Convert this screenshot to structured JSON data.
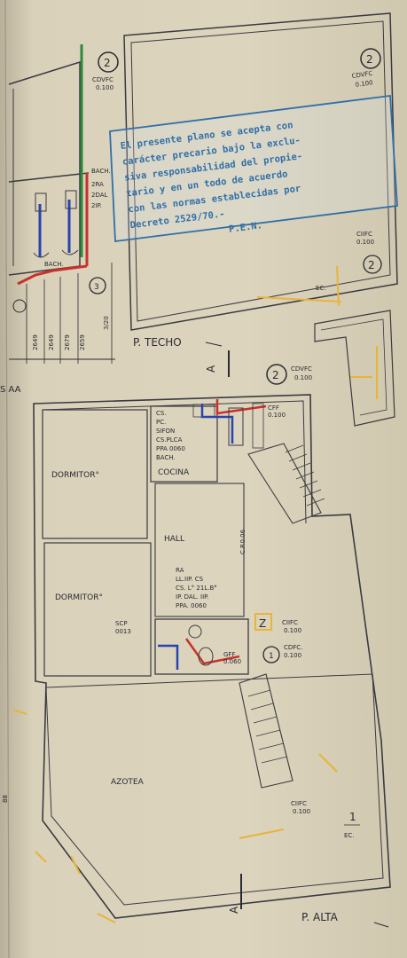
{
  "colors": {
    "paper": "#d8d0b8",
    "ink": "#2a2a33",
    "stamp_blue": "#2f6fa8",
    "red_pipe": "#c8322c",
    "blue_pipe": "#2844b0",
    "green_pipe": "#2e8a3a",
    "yellow_mark": "#e8b43a"
  },
  "stamp": {
    "lines": [
      "El presente plano se acepta con",
      "carácter precario bajo la exclu-",
      "siva responsabilidad del propie-",
      "tario y en un todo de acuerdo",
      "con las normas establecidas por",
      "Decreto 2529/70.-",
      "P.E.N."
    ]
  },
  "section": {
    "marker_number": "2",
    "level_label": "CDVFC",
    "level_value": "0.100",
    "bach_lines": [
      "BACH.",
      "2RA",
      "2DAL",
      "2IP."
    ],
    "bach_label": "BACH.",
    "circle_3": "3",
    "dimensions": [
      "2649",
      "2649",
      "2679",
      "2659",
      "3/20"
    ],
    "cut_label": "S AA"
  },
  "roof": {
    "marker_number": "2",
    "level_label": "CDVFC",
    "level_value": "0.100",
    "right_level_label": "CIIFC",
    "right_level_value": "0.100",
    "right_marker": "2",
    "ec_label": "EC.",
    "title": "P. TECHO",
    "cut_letter": "A"
  },
  "plan": {
    "top_marker": "2",
    "top_level_label": "CDVFC",
    "top_level_value": "0.100",
    "dormitorio_1": "DORMITOR°",
    "dormitorio_2": "DORMITOR°",
    "cocina_items": [
      "CS.",
      "PC.",
      "SIFON",
      "CS.PLCA",
      "PPA 0060",
      "BACH."
    ],
    "cocina_label": "COCINA",
    "cff_label": "CFF",
    "cff_value": "0.100",
    "hall_label": "HALL",
    "cp_label": "C.P.0.06",
    "bath_items": [
      "RA",
      "LL.IIP. CS",
      "CS. L° 21L.B°",
      "IP. DAL. IIP.",
      "PPA. 0060"
    ],
    "scp_label": "SCP",
    "scp_value": "0013",
    "marker_z": "Z",
    "marker_z_label": "CIIFC",
    "marker_z_value": "0.100",
    "marker_1": "1",
    "marker_1_label": "CDFC.",
    "marker_1_value": "0.100",
    "gff_label": "GFF",
    "gff_value": "0.060",
    "azotea_label": "AZOTEA",
    "azotea_level_label": "CIIFC",
    "azotea_level_value": "0.100",
    "azotea_marker": "1",
    "azotea_ec": "EC.",
    "cut_letter_bottom": "A",
    "title": "P. ALTA",
    "left_margin": "88"
  }
}
